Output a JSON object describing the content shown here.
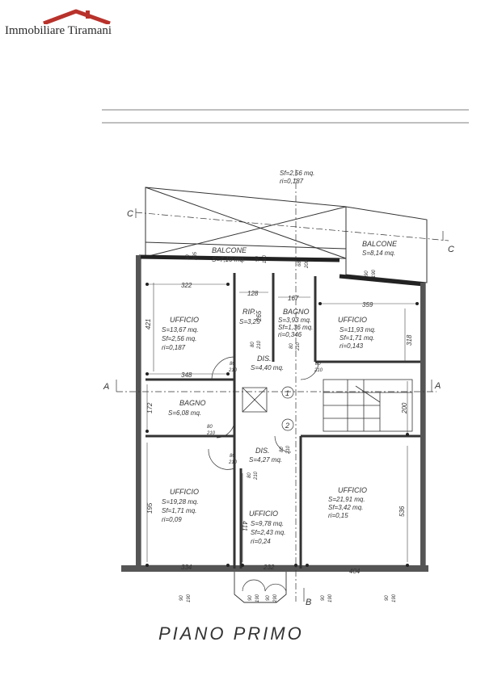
{
  "brand": {
    "name": "Immobiliare Tiramani",
    "logo_icon": "house-roof-icon",
    "accent": "#b8322b"
  },
  "plan": {
    "title": "PIANO PRIMO",
    "sf_top": "Sf=2,56 mq.",
    "ri_top": "ri=0,187",
    "section_c": "C",
    "section_a": "A",
    "section_b": "B",
    "stair_1": "1",
    "stair_2": "2",
    "rooms": [
      {
        "name": "BALCONE",
        "s": "S=7,10 mq."
      },
      {
        "name": "BALCONE",
        "s": "S=8,14 mq."
      },
      {
        "name": "UFFICIO",
        "s": "S=13,67 mq.",
        "sf": "Sf=2,56 mq.",
        "ri": "ri=0,187"
      },
      {
        "name": "RIP.",
        "s": "S=3,25"
      },
      {
        "name": "BAGNO",
        "s": "S=3,93 mq.",
        "sf": "Sf=1,36 mq.",
        "ri": "ri=0,346"
      },
      {
        "name": "UFFICIO",
        "s": "S=11,93 mq.",
        "sf": "Sf=1,71 mq.",
        "ri": "ri=0,143"
      },
      {
        "name": "DIS.",
        "s": "S=4,40 mq."
      },
      {
        "name": "BAGNO",
        "s": "S=6,08 mq."
      },
      {
        "name": "DIS.",
        "s": "S=4,27 mq."
      },
      {
        "name": "UFFICIO",
        "s": "S=19,28 mq.",
        "sf": "Sf=1,71 mq.",
        "ri": "ri=0,09"
      },
      {
        "name": "UFFICIO",
        "s": "S=9,78 mq.",
        "sf": "Sf=2,43 mq.",
        "ri": "ri=0,24"
      },
      {
        "name": "UFFICIO",
        "s": "S=21,91 mq.",
        "sf": "Sf=3,42 mq.",
        "ri": "ri=0,15"
      }
    ],
    "dims": {
      "d322": "322",
      "d128": "128",
      "d167": "167",
      "d359": "359",
      "d421": "421",
      "d265": "265",
      "d318": "318",
      "d348": "348",
      "d172": "172",
      "d200": "200",
      "d195": "195",
      "d411": "411",
      "d536": "536",
      "d334": "334",
      "d232": "232",
      "d404": "404"
    },
    "openings": {
      "o1": "90",
      "o2": "285",
      "o3": "90",
      "o4": "190",
      "o5": "68",
      "o6": "200",
      "o7": "90",
      "o8": "190",
      "o9": "80",
      "o10": "210",
      "o11": "80",
      "o12": "210",
      "o13": "80",
      "o14": "210",
      "o15": "80",
      "o16": "210",
      "o17": "80",
      "o18": "210",
      "o19": "80",
      "o20": "210",
      "o21": "80",
      "o22": "210",
      "o23": "80",
      "o24": "210",
      "o25": "90",
      "o26": "190",
      "o27": "90",
      "o28": "190",
      "o29": "90",
      "o30": "190",
      "o31": "90",
      "o32": "190",
      "o33": "90",
      "o34": "290"
    }
  }
}
